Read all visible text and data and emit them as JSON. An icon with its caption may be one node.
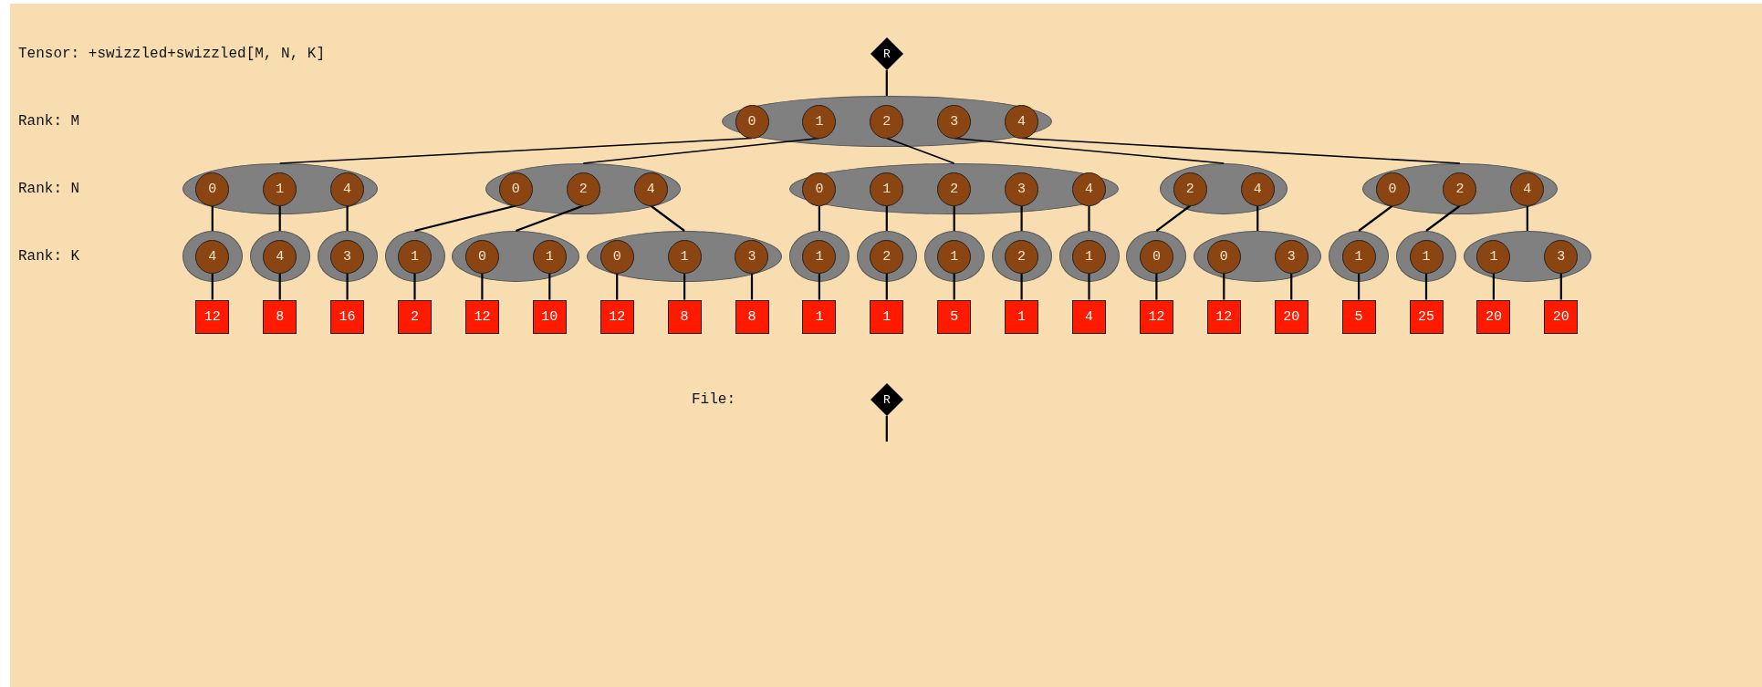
{
  "diagram": {
    "nodes": [
      {
        "text": [
          "R"
        ]
      },
      {
        "text": [],
        "shape": "ellipse"
      },
      {
        "text": [
          "0"
        ],
        "in": 1
      },
      {
        "text": [
          "1"
        ],
        "in": 1
      },
      {
        "text": [
          "2"
        ],
        "in": 1
      },
      {
        "text": [
          "3"
        ],
        "in": 1
      },
      {
        "text": [
          "4"
        ],
        "in": 1
      },
      {
        "text": [],
        "shape": "ellipse"
      },
      {
        "text": [
          "0"
        ],
        "in": 7
      },
      {
        "text": [
          "1"
        ],
        "in": 7
      },
      {
        "text": [
          "4"
        ],
        "in": 7
      },
      {
        "text": [],
        "shape": "ellipse"
      },
      {
        "text": [
          "0"
        ],
        "in": 11
      },
      {
        "text": [
          "2"
        ],
        "in": 11
      },
      {
        "text": [
          "4"
        ],
        "in": 11
      },
      {
        "text": [],
        "shape": "ellipse"
      },
      {
        "text": [
          "0"
        ],
        "in": 15
      },
      {
        "text": [
          "1"
        ],
        "in": 15
      },
      {
        "text": [
          "2"
        ],
        "in": 15
      },
      {
        "text": [
          "3"
        ],
        "in": 15
      },
      {
        "text": [
          "4"
        ],
        "in": 15
      },
      {
        "text": [],
        "shape": "ellipse"
      },
      {
        "text": [
          "2"
        ],
        "in": 21
      },
      {
        "text": [
          "4"
        ],
        "in": 21
      },
      {
        "text": [],
        "shape": "ellipse"
      },
      {
        "text": [
          "0"
        ],
        "in": 24
      },
      {
        "text": [
          "2"
        ],
        "in": 24
      },
      {
        "text": [
          "4"
        ],
        "in": 24
      },
      {
        "text": [],
        "shape": "ellipse"
      },
      {
        "text": [
          "4"
        ],
        "in": 28
      },
      {
        "text": [],
        "shape": "ellipse"
      },
      {
        "text": [
          "4"
        ],
        "in": 30
      },
      {
        "text": [],
        "shape": "ellipse"
      },
      {
        "text": [
          "3"
        ],
        "in": 32
      },
      {
        "text": [],
        "shape": "ellipse"
      },
      {
        "text": [
          "1"
        ],
        "in": 34
      },
      {
        "text": [],
        "shape": "ellipse"
      },
      {
        "text": [
          "0"
        ],
        "in": 36
      },
      {
        "text": [
          "1"
        ],
        "in": 36
      },
      {
        "text": [],
        "shape": "ellipse"
      },
      {
        "text": [
          "0"
        ],
        "in": 39
      },
      {
        "text": [
          "1"
        ],
        "in": 39
      },
      {
        "text": [
          "3"
        ],
        "in": 39
      },
      {
        "text": [],
        "shape": "ellipse"
      },
      {
        "text": [
          "1"
        ],
        "in": 43
      },
      {
        "text": [],
        "shape": "ellipse"
      },
      {
        "text": [
          "2"
        ],
        "in": 45
      },
      {
        "text": [],
        "shape": "ellipse"
      },
      {
        "text": [
          "1"
        ],
        "in": 47
      },
      {
        "text": [],
        "shape": "ellipse"
      },
      {
        "text": [
          "2"
        ],
        "in": 49
      },
      {
        "text": [],
        "shape": "ellipse"
      },
      {
        "text": [
          "1"
        ],
        "in": 51
      },
      {
        "text": [],
        "shape": "ellipse"
      },
      {
        "text": [
          "0"
        ],
        "in": 53
      },
      {
        "text": [],
        "shape": "ellipse"
      },
      {
        "text": [
          "0"
        ],
        "in": 55
      },
      {
        "text": [
          "3"
        ],
        "in": 55
      },
      {
        "text": [],
        "shape": "ellipse"
      },
      {
        "text": [
          "1"
        ],
        "in": 58
      },
      {
        "text": [],
        "shape": "ellipse"
      },
      {
        "text": [
          "1"
        ],
        "in": 60
      },
      {
        "text": [],
        "shape": "ellipse"
      },
      {
        "text": [
          "1"
        ],
        "in": 62
      },
      {
        "text": [
          "3"
        ],
        "in": 62
      },
      {
        "text": [
          "12"
        ]
      },
      {
        "text": [
          "8"
        ]
      },
      {
        "text": [
          "16"
        ]
      },
      {
        "text": [
          "2"
        ]
      },
      {
        "text": [
          "12"
        ]
      },
      {
        "text": [
          "10"
        ]
      },
      {
        "text": [
          "12"
        ]
      },
      {
        "text": [
          "8"
        ]
      },
      {
        "text": [
          "8"
        ]
      },
      {
        "text": [
          "1"
        ]
      },
      {
        "text": [
          "1"
        ]
      },
      {
        "text": [
          "5"
        ]
      },
      {
        "text": [
          "1"
        ]
      },
      {
        "text": [
          "4"
        ]
      },
      {
        "text": [
          "12"
        ]
      },
      {
        "text": [
          "12"
        ]
      },
      {
        "text": [
          "20"
        ]
      },
      {
        "text": [
          "5"
        ]
      },
      {
        "text": [
          "25"
        ]
      },
      {
        "text": [
          "20"
        ]
      },
      {
        "text": [
          "20"
        ]
      },
      {
        "text": [
          "R"
        ]
      }
    ],
    "edges": [
      {
        "from": 0,
        "to": 1,
        "arrow": "none"
      },
      {
        "from": 2,
        "to": 7,
        "arrow": "none"
      },
      {
        "from": 3,
        "to": 11,
        "arrow": "none"
      },
      {
        "from": 4,
        "to": 15,
        "arrow": "none"
      },
      {
        "from": 5,
        "to": 21,
        "arrow": "none"
      },
      {
        "from": 6,
        "to": 24,
        "arrow": "none"
      },
      {
        "from": 8,
        "to": 28,
        "arrow": "none"
      },
      {
        "from": 9,
        "to": 30,
        "arrow": "none"
      },
      {
        "from": 10,
        "to": 32,
        "arrow": "none"
      },
      {
        "from": 12,
        "to": 34,
        "arrow": "none"
      },
      {
        "from": 13,
        "to": 36,
        "arrow": "none"
      },
      {
        "from": 14,
        "to": 39,
        "arrow": "none"
      },
      {
        "from": 16,
        "to": 43,
        "arrow": "none"
      },
      {
        "from": 17,
        "to": 45,
        "arrow": "none"
      },
      {
        "from": 18,
        "to": 47,
        "arrow": "none"
      },
      {
        "from": 19,
        "to": 49,
        "arrow": "none"
      },
      {
        "from": 20,
        "to": 51,
        "arrow": "none"
      },
      {
        "from": 22,
        "to": 53,
        "arrow": "none"
      },
      {
        "from": 23,
        "to": 55,
        "arrow": "none"
      },
      {
        "from": 25,
        "to": 58,
        "arrow": "none"
      },
      {
        "from": 26,
        "to": 60,
        "arrow": "none"
      },
      {
        "from": 27,
        "to": 62,
        "arrow": "none"
      },
      {
        "from": 29,
        "to": 65,
        "arrow": "none"
      },
      {
        "from": 31,
        "to": 66,
        "arrow": "none"
      },
      {
        "from": 33,
        "to": 67,
        "arrow": "none"
      },
      {
        "from": 35,
        "to": 68,
        "arrow": "none"
      },
      {
        "from": 37,
        "to": 69,
        "arrow": "none"
      },
      {
        "from": 38,
        "to": 70,
        "arrow": "none"
      },
      {
        "from": 40,
        "to": 71,
        "arrow": "none"
      },
      {
        "from": 41,
        "to": 72,
        "arrow": "none"
      },
      {
        "from": 42,
        "to": 73,
        "arrow": "none"
      },
      {
        "from": 44,
        "to": 74,
        "arrow": "none"
      },
      {
        "from": 46,
        "to": 75,
        "arrow": "none"
      },
      {
        "from": 48,
        "to": 76,
        "arrow": "none"
      },
      {
        "from": 50,
        "to": 77,
        "arrow": "none"
      },
      {
        "from": 52,
        "to": 78,
        "arrow": "none"
      },
      {
        "from": 54,
        "to": 79,
        "arrow": "none"
      },
      {
        "from": 56,
        "to": 80,
        "arrow": "none"
      },
      {
        "from": 57,
        "to": 81,
        "arrow": "none"
      },
      {
        "from": 59,
        "to": 82,
        "arrow": "none"
      },
      {
        "from": 61,
        "to": 83,
        "arrow": "none"
      },
      {
        "from": 63,
        "to": 84,
        "arrow": "none"
      },
      {
        "from": 64,
        "to": 85,
        "arrow": "none"
      },
      {
        "from": 86,
        "to": null,
        "arrow": "none"
      }
    ],
    "labels": [
      "Tensor: +swizzled+swizzled[M, N, K]",
      "Rank: M",
      "Rank: N",
      "Rank: K",
      "File:"
    ]
  }
}
